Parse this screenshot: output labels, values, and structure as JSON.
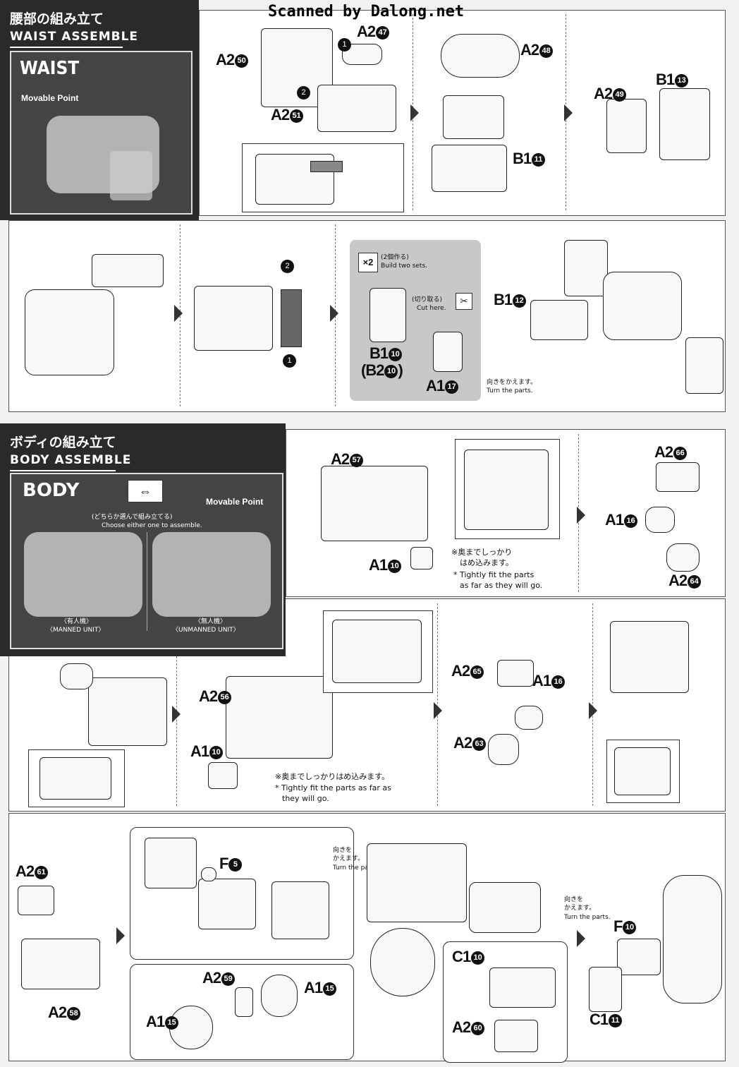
{
  "scan_credit": "Scanned by Dalong.net",
  "waist": {
    "title_jp": "腰部の組み立て",
    "title_en": "WAIST ASSEMBLE",
    "preview_label": "WAIST",
    "movable_point": "Movable Point",
    "parts": {
      "a2_50": {
        "code": "A2",
        "num": "50"
      },
      "a2_47": {
        "code": "A2",
        "num": "47"
      },
      "a2_51": {
        "code": "A2",
        "num": "51"
      },
      "a2_48": {
        "code": "A2",
        "num": "48"
      },
      "b1_11": {
        "code": "B1",
        "num": "11"
      },
      "a2_49": {
        "code": "A2",
        "num": "49"
      },
      "b1_13": {
        "code": "B1",
        "num": "13"
      },
      "b1_12": {
        "code": "B1",
        "num": "12"
      },
      "b1_10": {
        "code": "B1",
        "num": "10"
      },
      "b2_10": {
        "code": "(B2",
        "num": "10",
        "close": ")"
      },
      "a1_17": {
        "code": "A1",
        "num": "17"
      }
    },
    "step_nums": [
      "1",
      "2"
    ],
    "build_two_jp": "(2個作る)",
    "build_two_en": "Build two sets.",
    "x2": "×2",
    "cut_jp": "(切り取る)",
    "cut_en": "Cut here.",
    "turn_jp": "向きをかえます。",
    "turn_en": "Turn the parts."
  },
  "body": {
    "title_jp": "ボディの組み立て",
    "title_en": "BODY ASSEMBLE",
    "preview_label": "BODY",
    "movable_point": "Movable Point",
    "choose_jp": "(どちらか選んで組み立てる)",
    "choose_en": "Choose either one to assemble.",
    "manned_jp": "〈有人機〉",
    "manned_en": "〈MANNED UNIT〉",
    "unmanned_jp": "〈無人機〉",
    "unmanned_en": "〈UNMANNED UNIT〉",
    "parts": {
      "a2_57": {
        "code": "A2",
        "num": "57"
      },
      "a1_10a": {
        "code": "A1",
        "num": "10"
      },
      "a2_66": {
        "code": "A2",
        "num": "66"
      },
      "a1_16a": {
        "code": "A1",
        "num": "16"
      },
      "a2_64": {
        "code": "A2",
        "num": "64"
      },
      "a2_56": {
        "code": "A2",
        "num": "56"
      },
      "a1_10b": {
        "code": "A1",
        "num": "10"
      },
      "a2_65": {
        "code": "A2",
        "num": "65"
      },
      "a1_16b": {
        "code": "A1",
        "num": "16"
      },
      "a2_63": {
        "code": "A2",
        "num": "63"
      },
      "a2_61": {
        "code": "A2",
        "num": "61"
      },
      "a2_58": {
        "code": "A2",
        "num": "58"
      },
      "f5": {
        "code": "F",
        "num": "5"
      },
      "a2_59": {
        "code": "A2",
        "num": "59"
      },
      "a1_15a": {
        "code": "A1",
        "num": "15"
      },
      "a1_15b": {
        "code": "A1",
        "num": "15"
      },
      "c1_10": {
        "code": "C1",
        "num": "10"
      },
      "a2_60": {
        "code": "A2",
        "num": "60"
      },
      "f10": {
        "code": "F",
        "num": "10"
      },
      "c1_11": {
        "code": "C1",
        "num": "11"
      }
    },
    "fit_note1_jp": "※奥までしっかり",
    "fit_note1_jp2": "はめ込みます。",
    "fit_note1_en": "* Tightly fit the parts",
    "fit_note1_en2": "as far as they will go.",
    "fit_note2_jp": "※奥までしっかりはめ込みます。",
    "fit_note2_en": "* Tightly fit the parts as far as",
    "fit_note2_en2": "they will go.",
    "turn1_jp": "向きを",
    "turn1_jp2": "かえます。",
    "turn1_en": "Turn the parts.",
    "turn2_jp": "向きを",
    "turn2_jp2": "かえます。",
    "turn2_en": "Turn the parts."
  },
  "icons": {
    "step_arrow": "chevron-right-icon",
    "choice": "swap-choice-icon",
    "cut": "scissors-icon"
  }
}
